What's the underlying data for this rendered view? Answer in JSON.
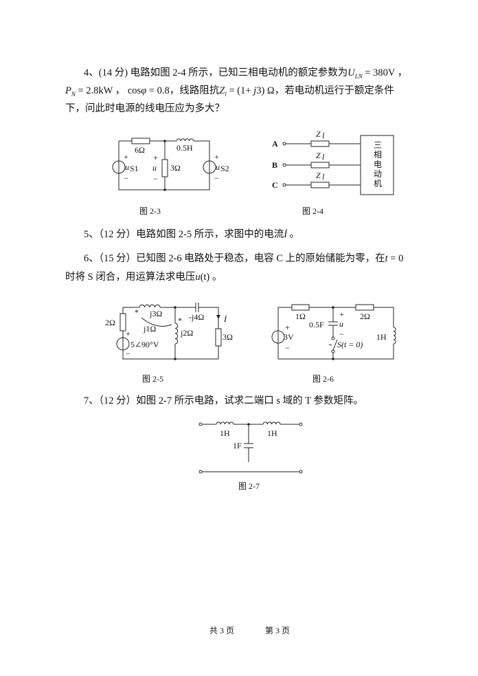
{
  "q4": {
    "line1": "4、(14 分) 电路如图 2-4 所示，已知三相电动机的额定参数为",
    "uln": "U",
    "uln_sub": "LN",
    "uln_val": " = 380V ，",
    "pn": "P",
    "pn_sub": "N",
    "pn_val": " = 2.8kW ，  cos",
    "phi": "φ",
    "cos_val": " = 0.8，线路阻抗",
    "zl": "Z",
    "zl_sub": "l",
    "zl_val": " = (1+ ",
    "j3": "j",
    "zl_end": "3) Ω，若电动机运行于额定条件",
    "line3": "下，问此时电源的线电压应为多大？"
  },
  "q5": {
    "text": "5、（12 分）电路如图 2-5 所示，求图中的电流",
    "var": "İ",
    "end": " 。"
  },
  "q6": {
    "line1": "6、（15 分）已知图 2-6 电路处于稳态，电容 C 上的原始储能为零，在",
    "t": "t",
    "t_val": " = 0",
    "line2": "时将 S 闭合，用运算法求电压",
    "u": "u",
    "u_arg": "(t)",
    "end": " 。"
  },
  "q7": {
    "text": "7、（12 分）如图 2-7 所示电路，试求二端口 s 域的 T 参数矩阵。"
  },
  "fig23": {
    "caption": "图 2-3",
    "r1": "6Ω",
    "l1": "0.5H",
    "r2": "3Ω",
    "u": "u",
    "us1": "u",
    "us1_sub": "S1",
    "us2": "u",
    "us2_sub": "S2",
    "plus": "+",
    "minus": "−"
  },
  "fig24": {
    "caption": "图 2-4",
    "a": "A",
    "b": "B",
    "c": "C",
    "z": "Z",
    "z_sub": "l",
    "motor": [
      "三",
      "相",
      "电",
      "动",
      "机"
    ]
  },
  "fig25": {
    "caption": "图 2-5",
    "r1": "2Ω",
    "l1": "j3Ω",
    "m": "j1Ω",
    "l2": "j2Ω",
    "c": "-j4Ω",
    "i": "İ",
    "r2": "3Ω",
    "src": "5∠90°V",
    "star": "*"
  },
  "fig26": {
    "caption": "图 2-6",
    "r1": "1Ω",
    "r2": "2Ω",
    "c": "0.5F",
    "u": "u",
    "sw": "S(t = 0)",
    "l": "1H",
    "src": "3V"
  },
  "fig27": {
    "caption": "图 2-7",
    "l1": "1H",
    "l2": "1H",
    "c": "1F"
  },
  "footer": {
    "total": "共  3 页",
    "page": "第 3 页"
  }
}
